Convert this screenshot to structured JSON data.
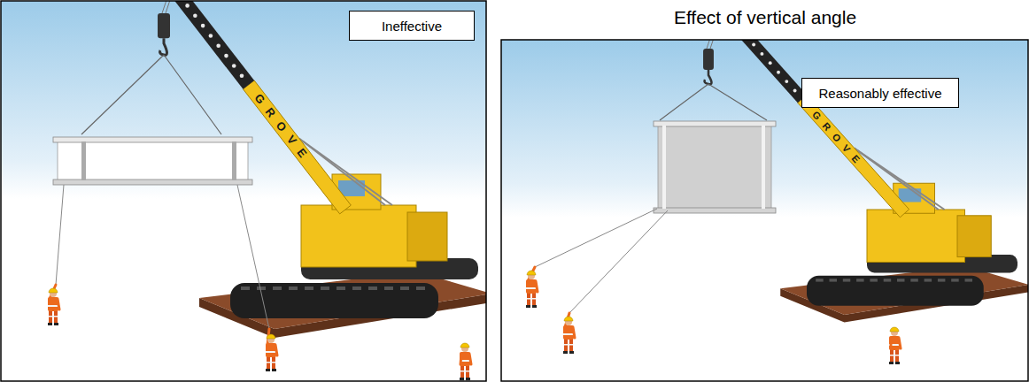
{
  "diagram": {
    "title": "Effect of vertical angle",
    "nodes": [
      {
        "text": [
          "Ineffective"
        ]
      },
      {
        "text": [
          "Reasonably effective"
        ]
      }
    ],
    "labels": [
      "GROVE",
      "GROVE"
    ]
  }
}
